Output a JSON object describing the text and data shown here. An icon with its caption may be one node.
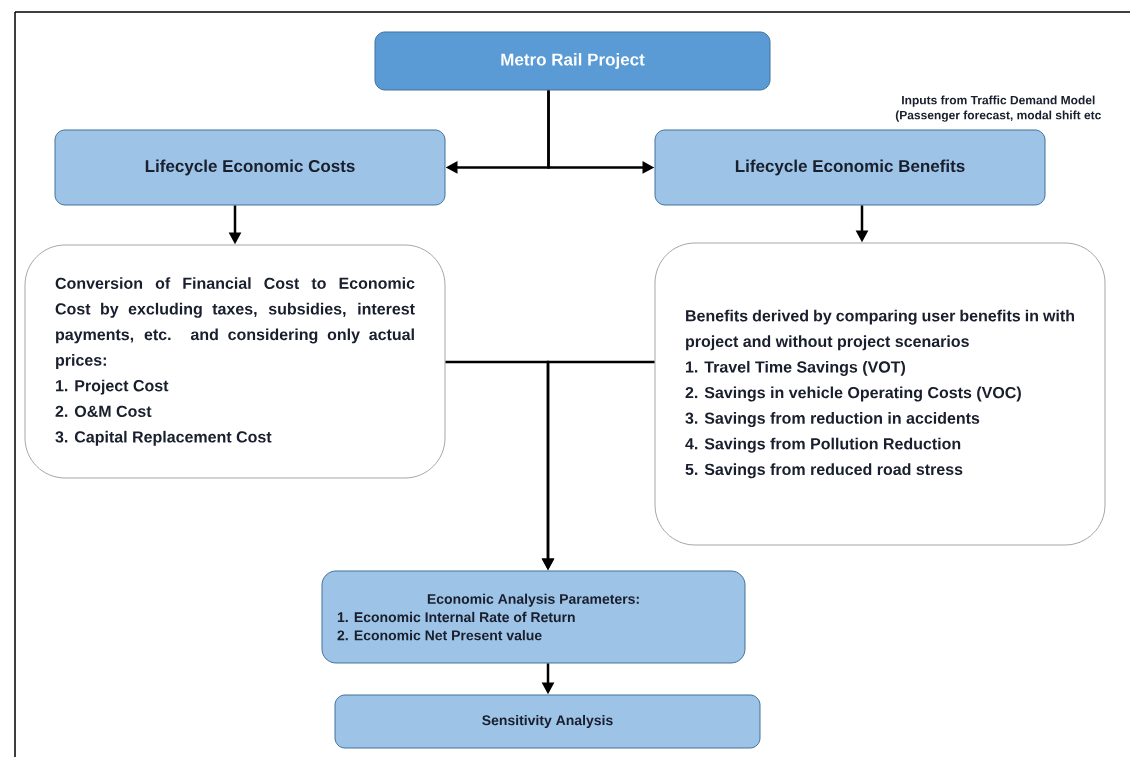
{
  "diagram": {
    "nodes": [
      {
        "text": [
          "Metro Rail Project"
        ]
      },
      {
        "text": [
          "Lifecycle Economic Costs"
        ]
      },
      {
        "text": [
          "Lifecycle Economic Benefits"
        ],
        "beside": [
          "Inputs from Traffic Demand Model (Passenger forecast, modal shift etc"
        ]
      },
      {
        "text": [
          "Conversion of Financial Cost to Economic Cost by excluding taxes, subsidies, interest payments, etc. and considering only actual prices:",
          "1. Project Cost",
          "2. O&M Cost",
          "3. Capital Replacement Cost"
        ]
      },
      {
        "text": [
          "Benefits derived by comparing user benefits in with project and without project scenarios",
          "1. Travel Time Savings (VOT)",
          "2. Savings in vehicle Operating Costs (VOC)",
          "3. Savings from reduction in accidents",
          "4. Savings from Pollution Reduction",
          "5. Savings from reduced road stress"
        ]
      },
      {
        "text": [
          "Economic Analysis Parameters:",
          "1. Economic Internal Rate of Return",
          "2. Economic Net Present value"
        ]
      },
      {
        "text": [
          "Sensitivity Analysis"
        ]
      }
    ],
    "edges": [
      {
        "from": 0,
        "to": 1,
        "arrow": "to"
      },
      {
        "from": 0,
        "to": 2,
        "arrow": "to"
      },
      {
        "from": 1,
        "to": 3,
        "arrow": "to"
      },
      {
        "from": 2,
        "to": 4,
        "arrow": "to"
      },
      {
        "from": 3,
        "to": 5,
        "arrow": "to"
      },
      {
        "from": 4,
        "to": 5,
        "arrow": "to"
      },
      {
        "from": 5,
        "to": 6,
        "arrow": "to"
      }
    ]
  }
}
